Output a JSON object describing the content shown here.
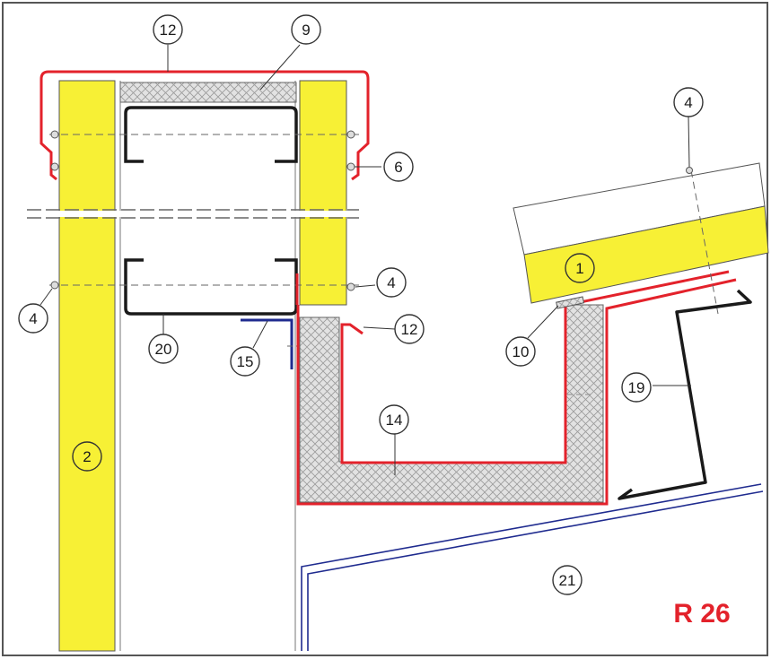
{
  "drawing_code": "R 26",
  "colors": {
    "insulation_yellow": "#f7f035",
    "flashing_red": "#e3222b",
    "profile_black": "#1a1a1a",
    "angle_blue": "#1f2b8f",
    "frame_grey": "#555555"
  },
  "callouts": [
    {
      "id": "c-12-top",
      "label": "12"
    },
    {
      "id": "c-9",
      "label": "9"
    },
    {
      "id": "c-4-top",
      "label": "4"
    },
    {
      "id": "c-6",
      "label": "6"
    },
    {
      "id": "c-1",
      "label": "1"
    },
    {
      "id": "c-4-mid",
      "label": "4"
    },
    {
      "id": "c-4-left",
      "label": "4"
    },
    {
      "id": "c-12-mid",
      "label": "12"
    },
    {
      "id": "c-20",
      "label": "20"
    },
    {
      "id": "c-15",
      "label": "15"
    },
    {
      "id": "c-10",
      "label": "10"
    },
    {
      "id": "c-19",
      "label": "19"
    },
    {
      "id": "c-14",
      "label": "14"
    },
    {
      "id": "c-2",
      "label": "2"
    },
    {
      "id": "c-21",
      "label": "21"
    }
  ]
}
